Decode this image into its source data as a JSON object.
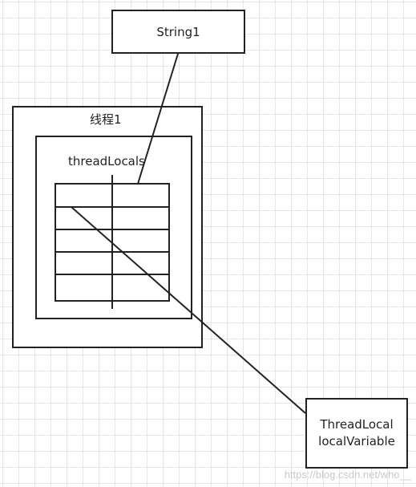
{
  "diagram": {
    "string_box": {
      "label": "String1"
    },
    "thread_box": {
      "label": "线程1"
    },
    "threadlocals_box": {
      "label": "threadLocals"
    },
    "threadlocal_box": {
      "line1": "ThreadLocal",
      "line2": "localVariable"
    }
  },
  "watermark": "https://blog.csdn.net/who__"
}
